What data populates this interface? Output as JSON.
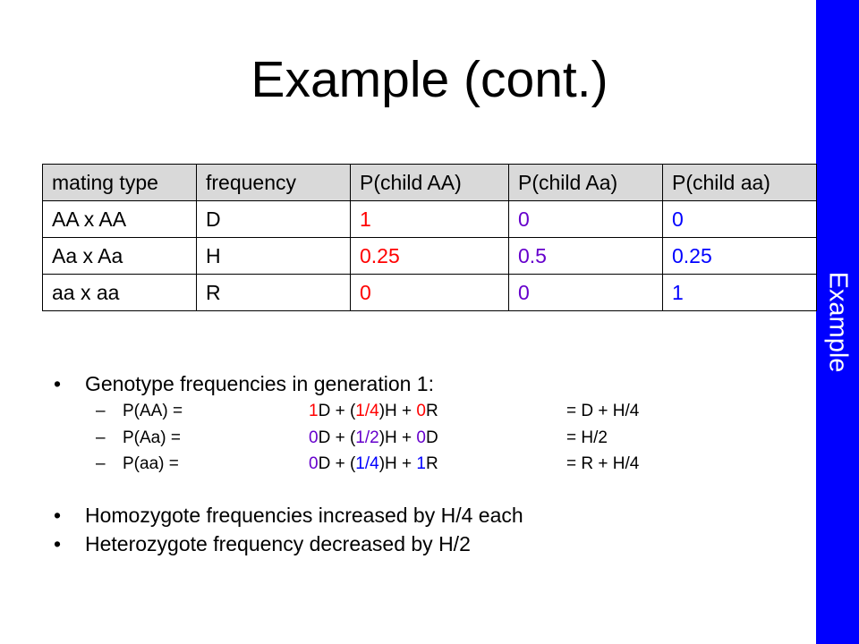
{
  "slide": {
    "title": "Example (cont.)",
    "side_label": "Example",
    "accent_color": "#0000ff"
  },
  "table": {
    "headers": [
      "mating type",
      "frequency",
      "P(child AA)",
      "P(child Aa)",
      "P(child aa)"
    ],
    "rows": [
      [
        "AA x AA",
        "D",
        "1",
        "0",
        "0"
      ],
      [
        "Aa x Aa",
        "H",
        "0.25",
        "0.5",
        "0.25"
      ],
      [
        "aa x aa",
        "R",
        "0",
        "0",
        "1"
      ]
    ],
    "column_colors": [
      "#000000",
      "#000000",
      "#ff0000",
      "#6600cc",
      "#0000ff"
    ]
  },
  "bullets": {
    "b1": {
      "bullet": "•",
      "text": "Genotype frequencies in generation 1:",
      "dash": "–",
      "sub": [
        {
          "label": "P(AA) =",
          "c1": "1",
          "t1": "D + (",
          "c2": "1/4",
          "t2": ")H + ",
          "c3": "0",
          "t3": "R",
          "result": "= D + H/4"
        },
        {
          "label": "P(Aa) =",
          "c1": "0",
          "t1": "D + (",
          "c2": "1/2",
          "t2": ")H + ",
          "c3": "0",
          "t3": "D",
          "result": "= H/2"
        },
        {
          "label": "P(aa) =",
          "c1": "0",
          "t1": "D + (",
          "c2": "1/4",
          "t2": ")H + ",
          "c3": "1",
          "t3": "R",
          "result": "= R + H/4"
        }
      ]
    },
    "b2": {
      "bullet": "•",
      "text": "Homozygote frequencies increased by H/4 each"
    },
    "b3": {
      "bullet": "•",
      "text": "Heterozygote frequency decreased by H/2"
    }
  }
}
